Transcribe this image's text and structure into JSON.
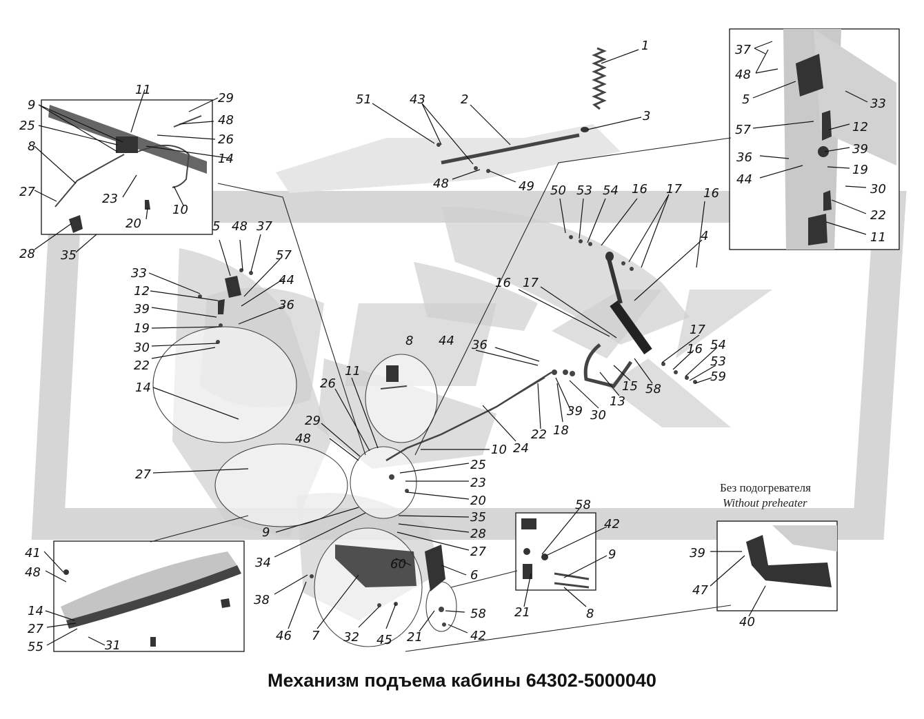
{
  "title": "Механизм подъема кабины 64302-5000040",
  "variant_note": {
    "ru": "Без подогревателя",
    "en": "Without preheater"
  },
  "callouts": [
    "1",
    "2",
    "3",
    "4",
    "5",
    "6",
    "7",
    "8",
    "9",
    "10",
    "11",
    "12",
    "13",
    "14",
    "15",
    "16",
    "17",
    "18",
    "19",
    "20",
    "21",
    "22",
    "23",
    "24",
    "25",
    "26",
    "27",
    "28",
    "29",
    "30",
    "31",
    "32",
    "33",
    "34",
    "35",
    "36",
    "37",
    "38",
    "39",
    "40",
    "41",
    "42",
    "43",
    "44",
    "45",
    "46",
    "47",
    "48",
    "49",
    "50",
    "51",
    "53",
    "54",
    "55",
    "57",
    "58",
    "59",
    "60"
  ],
  "colors": {
    "line": "#111111",
    "part": "#333333",
    "watermark": "#d9d9d9"
  }
}
